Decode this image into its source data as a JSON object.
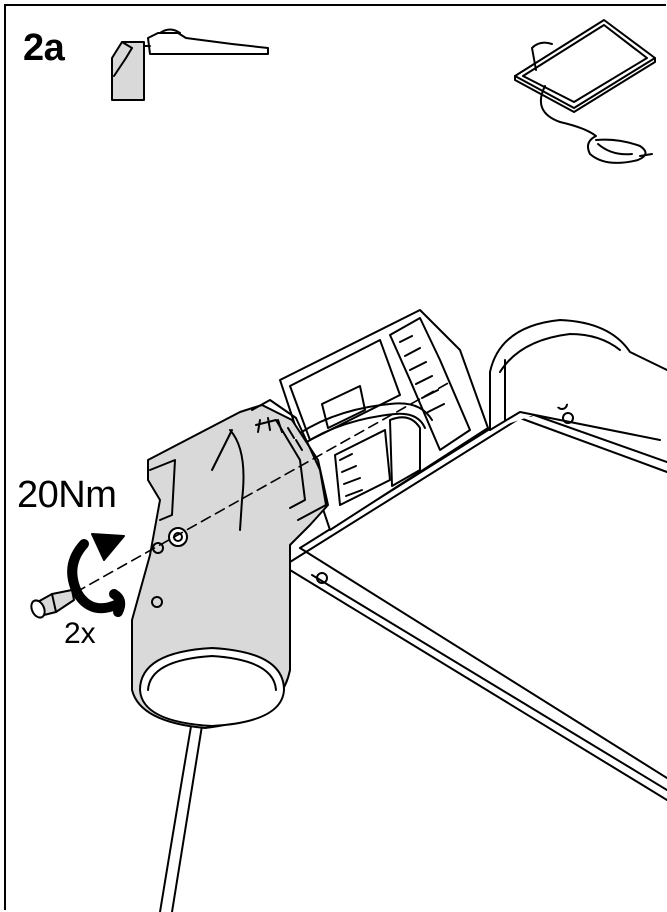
{
  "step": {
    "label": "2a"
  },
  "torque": {
    "label": "20Nm"
  },
  "quantities": {
    "washer": "2x",
    "screw": "2x"
  },
  "colors": {
    "line": "#000000",
    "body_fill": "#d9d9d9",
    "background": "#ffffff"
  },
  "icons": {
    "thumb_luminaire": "luminaire-side-view-icon",
    "thumb_panel": "luminaire-panel-with-cable-icon",
    "rotation": "clockwise-rotation-arrow-icon"
  }
}
